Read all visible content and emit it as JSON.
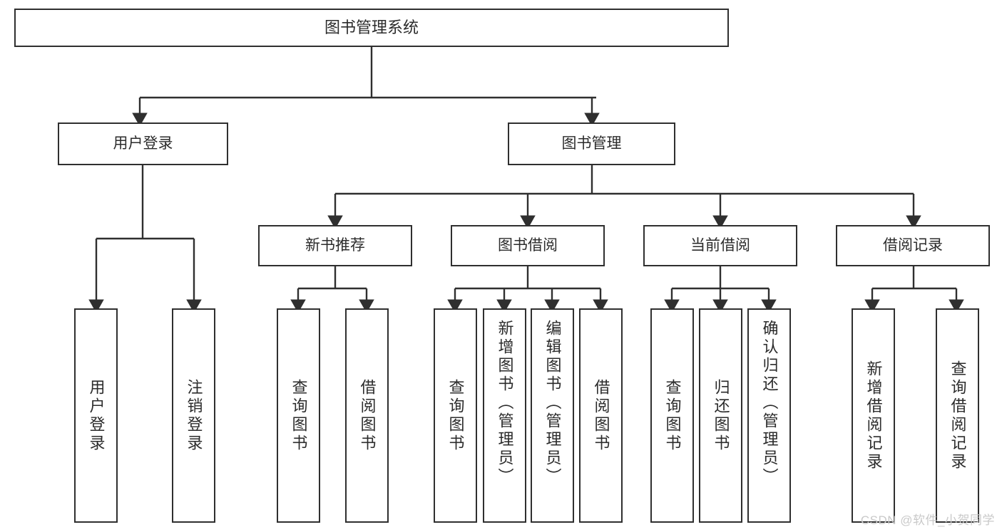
{
  "diagram": {
    "type": "tree-hierarchy-chart",
    "title": "图书管理系统",
    "line_color": "#2f2f2f",
    "box_fill": "#ffffff",
    "text_color": "#2b2b2b",
    "nodes": {
      "root": {
        "label": "图书管理系统"
      },
      "level2": [
        {
          "label": "用户登录"
        },
        {
          "label": "图书管理"
        }
      ],
      "level3": [
        {
          "label": "新书推荐"
        },
        {
          "label": "图书借阅"
        },
        {
          "label": "当前借阅"
        },
        {
          "label": "借阅记录"
        }
      ],
      "leaves_user_login": [
        {
          "label": "用户登录"
        },
        {
          "label": "注销登录"
        }
      ],
      "leaves_new_book": [
        {
          "label": "查询图书"
        },
        {
          "label": "借阅图书"
        }
      ],
      "leaves_borrow": [
        {
          "label": "查询图书"
        },
        {
          "label": "新增图书（管理员）"
        },
        {
          "label": "编辑图书（管理员）"
        },
        {
          "label": "借阅图书"
        }
      ],
      "leaves_current": [
        {
          "label": "查询图书"
        },
        {
          "label": "归还图书"
        },
        {
          "label": "确认归还（管理员）"
        }
      ],
      "leaves_records": [
        {
          "label": "新增借阅记录"
        },
        {
          "label": "查询借阅记录"
        }
      ]
    }
  },
  "watermark": {
    "text": "CSDN @软件_小贺同学"
  }
}
